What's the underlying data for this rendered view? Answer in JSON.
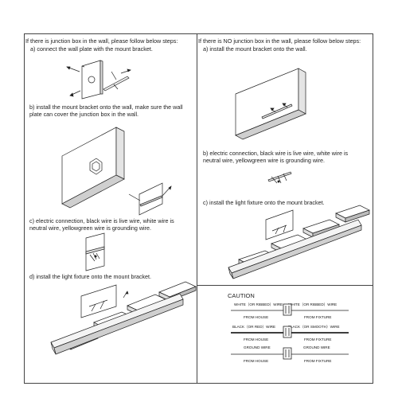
{
  "left": {
    "header": "If there is junction box in the wall, please follow below steps:",
    "step_a": "a) connect the wall plate with the mount bracket.",
    "step_b_line1": "b) install the mount bracket onto the wall, make sure the wall",
    "step_b_line2": "plate can cover the junction box in the wall.",
    "step_c_line1": "c) electric connection, black wire is live wire, white wire is",
    "step_c_line2": "neutral wire, yellowgreen wire is grounding wire.",
    "step_d": "d) install the light fixture onto the mount bracket."
  },
  "right": {
    "header": "If there is NO junction box in the wall, please follow below steps:",
    "step_a": "a) install the mount bracket onto the wall.",
    "step_b_line1": "b) electric connection, black wire is live wire, white wire is",
    "step_b_line2": "neutral wire, yellowgreen wire is grounding wire.",
    "step_c": "c) install the light fixture onto the mount bracket."
  },
  "caution": {
    "title": "CAUTION",
    "row1_left": "WHITE（OR RIBBED）WIRE",
    "row1_right": "WHITE（OR RIBBED）WIRE",
    "row1_from_left": "FROM HOUSE",
    "row1_from_right": "FROM FIXTURE",
    "row2_left": "BLACK（OR RED）WIRE",
    "row2_right": "BLACK（OR SMOOTH）WIRE",
    "row2_from_left": "FROM HOUSE",
    "row2_from_right": "FROM FIXTURE",
    "row3_left": "GROUND WIRE",
    "row3_right": "GROUND WIRE",
    "row3_from_left": "FROM HOUSE",
    "row3_from_right": "FROM FIXTURE"
  }
}
